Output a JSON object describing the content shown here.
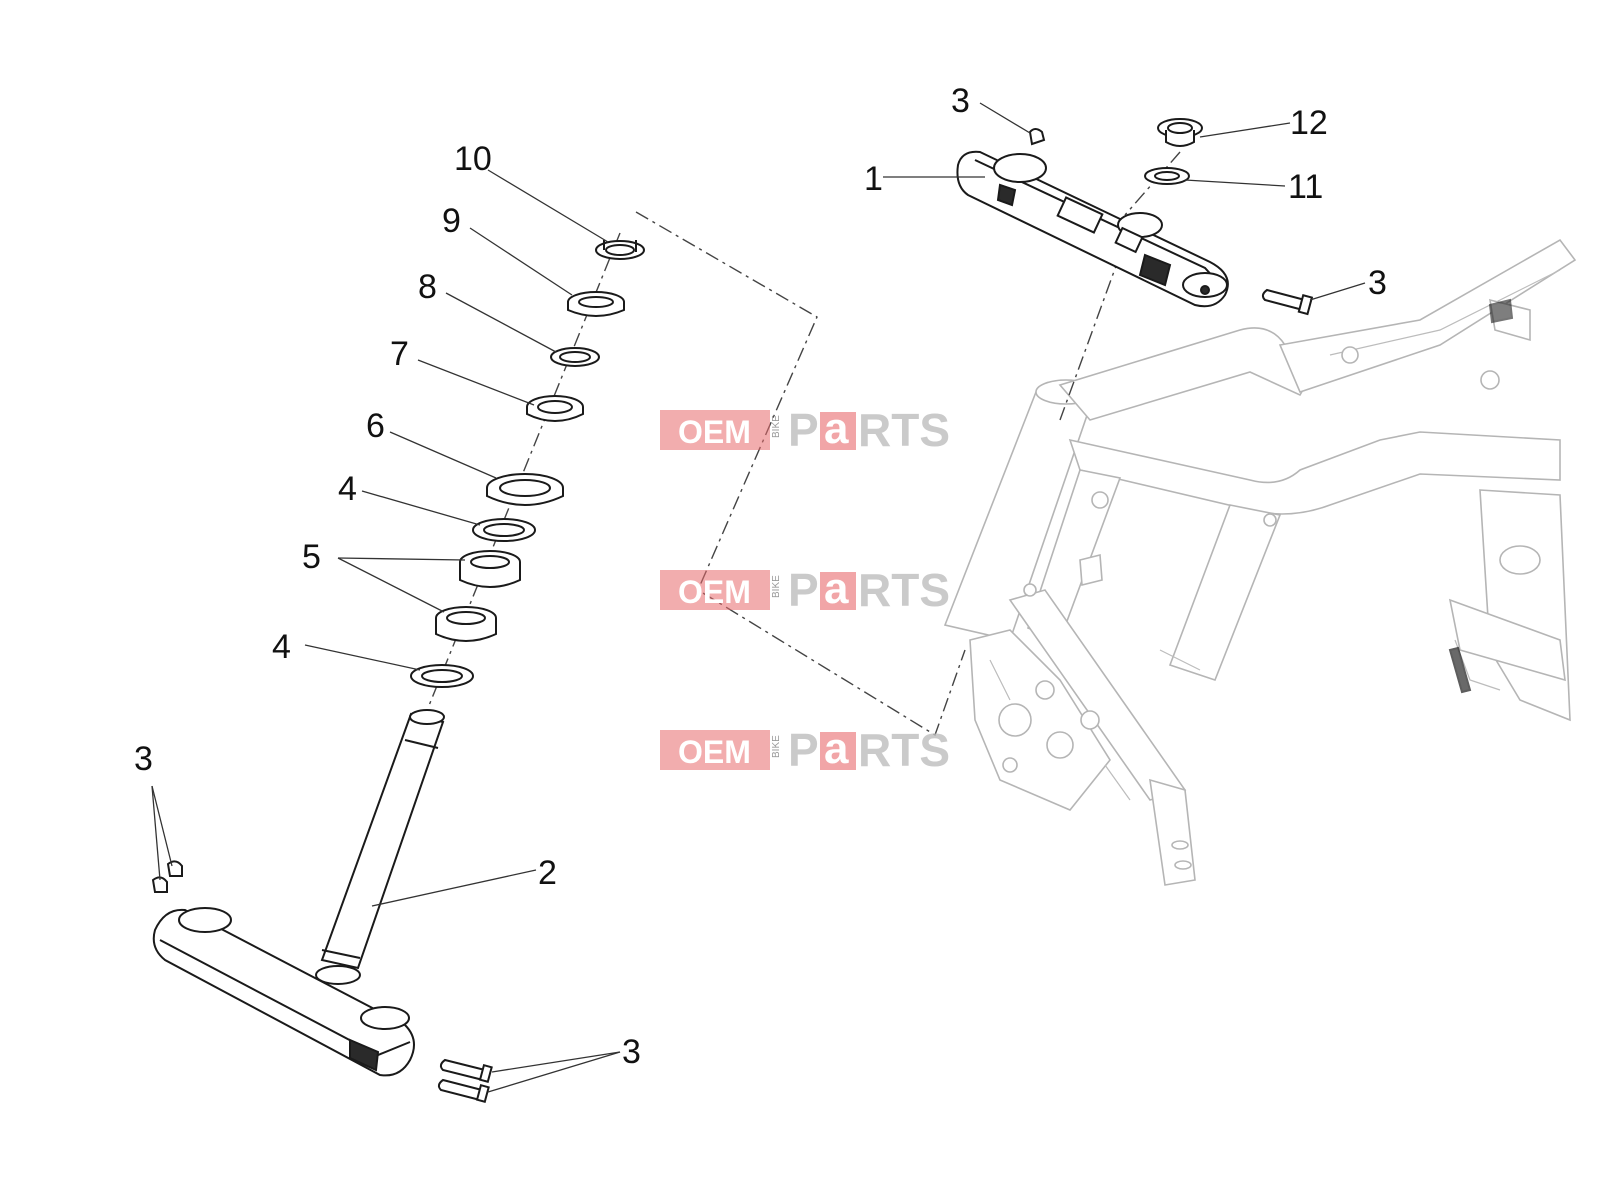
{
  "callouts": {
    "c1": "1",
    "c2": "2",
    "c3a": "3",
    "c3b": "3",
    "c3c": "3",
    "c3d": "3",
    "c4a": "4",
    "c4b": "4",
    "c5": "5",
    "c6": "6",
    "c7": "7",
    "c8": "8",
    "c9": "9",
    "c10": "10",
    "c11": "11",
    "c12": "12"
  },
  "watermark": {
    "oem": "OEM",
    "bike": "BIKE",
    "p": "P",
    "a": "a",
    "rts": "RTS"
  },
  "colors": {
    "watermark_accent": "#e8696c",
    "line": "#1a1a1a",
    "frame_line": "#b5b5b5"
  }
}
